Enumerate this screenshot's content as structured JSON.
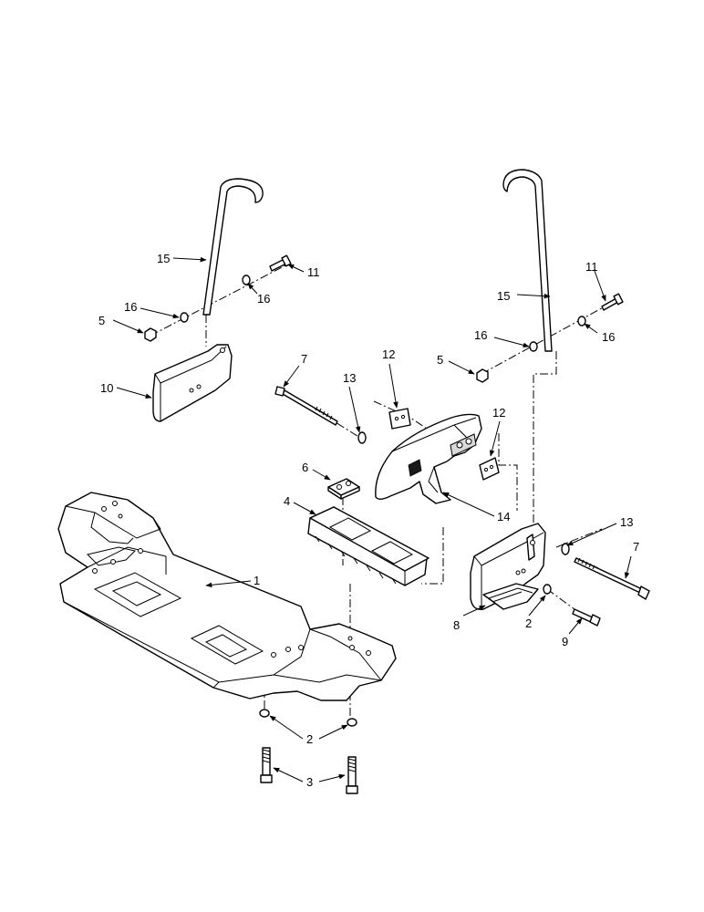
{
  "callouts": {
    "c1": "1",
    "c2a": "2",
    "c2b": "2",
    "c3": "3",
    "c4": "4",
    "c5a": "5",
    "c5b": "5",
    "c6": "6",
    "c7a": "7",
    "c7b": "7",
    "c8": "8",
    "c9": "9",
    "c10": "10",
    "c11a": "11",
    "c11b": "11",
    "c12a": "12",
    "c12b": "12",
    "c13a": "13",
    "c13b": "13",
    "c14": "14",
    "c15a": "15",
    "c15b": "15",
    "c16a": "16",
    "c16b": "16",
    "c16c": "16",
    "c16d": "16"
  },
  "icons": {
    "leader_arrow": "arrow-icon"
  }
}
